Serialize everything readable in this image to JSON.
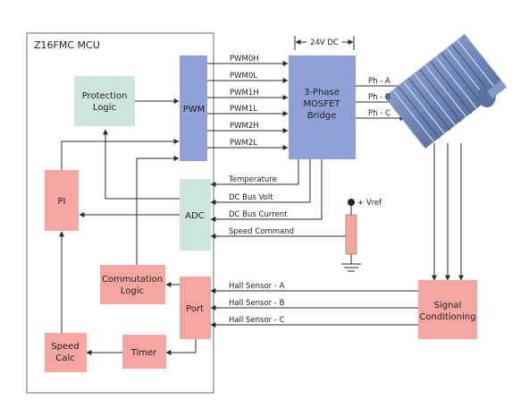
{
  "mcu": {
    "title": "Z16FMC MCU"
  },
  "blocks": {
    "protection": [
      "Protection",
      "Logic"
    ],
    "pwm": [
      "PWM"
    ],
    "bridge": [
      "3-Phase",
      "MOSFET",
      "Bridge"
    ],
    "pi": [
      "PI"
    ],
    "adc": [
      "ADC"
    ],
    "commutation": [
      "Commutation",
      "Logic"
    ],
    "port": [
      "Port"
    ],
    "speed_calc": [
      "Speed",
      "Calc"
    ],
    "timer": [
      "Timer"
    ],
    "signal": [
      "Signal",
      "Conditioning"
    ]
  },
  "supply": "24V DC",
  "pwm_signals": [
    "PWM0H",
    "PWM0L",
    "PWM1H",
    "PWM1L",
    "PWM2H",
    "PWM2L"
  ],
  "phases": [
    "Ph - A",
    "Ph - B",
    "Ph - C"
  ],
  "adc_inputs": [
    "Temperature",
    "DC Bus Volt",
    "DC Bus Current",
    "Speed Command"
  ],
  "vref": "+ Vref",
  "hall_sensors": [
    "Hall Sensor - A",
    "Hall Sensor - B",
    "Hall Sensor - C"
  ],
  "colors": {
    "blue_block": "#8ea0d6",
    "pink_block": "#f6a6a0",
    "green_block": "#cde6dc",
    "motor": "#6f86b8",
    "wire": "#2b2b2b"
  }
}
